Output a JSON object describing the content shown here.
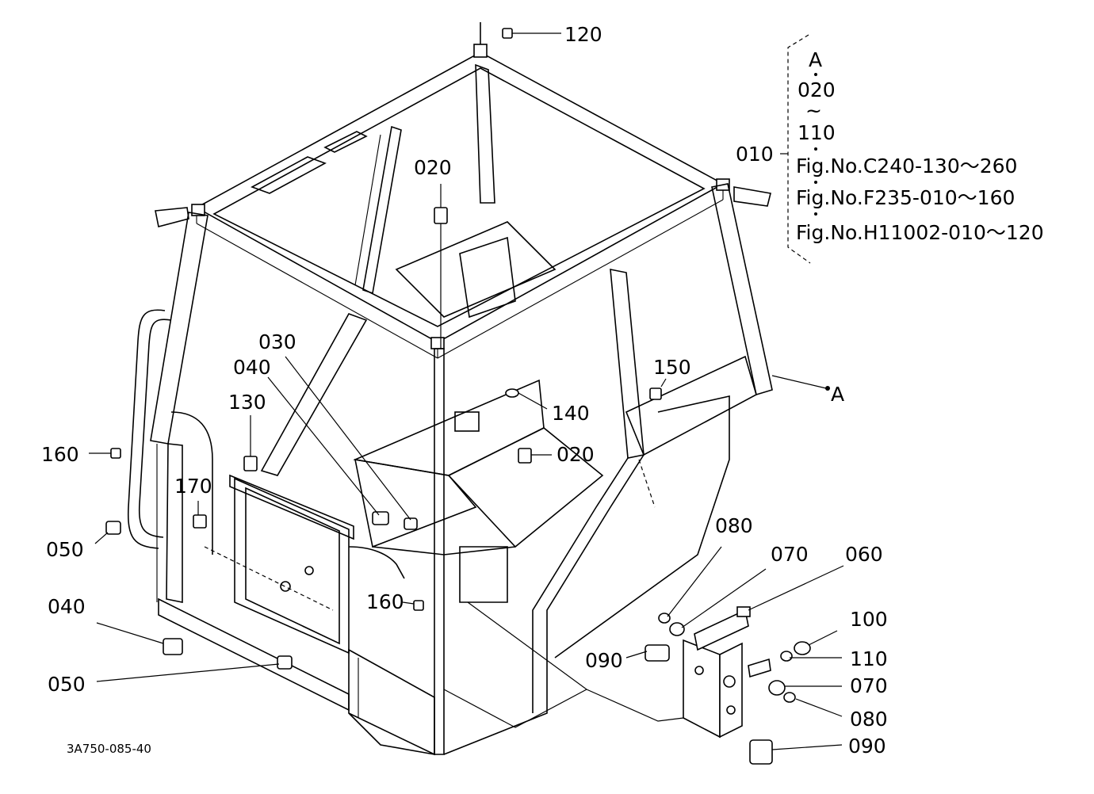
{
  "diagram": {
    "drawing_code": "3A750-085-40",
    "callouts": [
      {
        "id": "c120",
        "text": "120"
      },
      {
        "id": "c020a",
        "text": "020"
      },
      {
        "id": "c030",
        "text": "030"
      },
      {
        "id": "c040a",
        "text": "040"
      },
      {
        "id": "c130",
        "text": "130"
      },
      {
        "id": "c140",
        "text": "140"
      },
      {
        "id": "c150",
        "text": "150"
      },
      {
        "id": "c020b",
        "text": "020"
      },
      {
        "id": "c160a",
        "text": "160"
      },
      {
        "id": "c170",
        "text": "170"
      },
      {
        "id": "c050a",
        "text": "050"
      },
      {
        "id": "c040b",
        "text": "040"
      },
      {
        "id": "c050b",
        "text": "050"
      },
      {
        "id": "c160b",
        "text": "160"
      },
      {
        "id": "c080a",
        "text": "080"
      },
      {
        "id": "c070a",
        "text": "070"
      },
      {
        "id": "c060",
        "text": "060"
      },
      {
        "id": "c100",
        "text": "100"
      },
      {
        "id": "c110",
        "text": "110"
      },
      {
        "id": "c090a",
        "text": "090"
      },
      {
        "id": "c070b",
        "text": "070"
      },
      {
        "id": "c080b",
        "text": "080"
      },
      {
        "id": "c090b",
        "text": "090"
      },
      {
        "id": "cA",
        "text": "A"
      }
    ],
    "assembly_bracket": {
      "parent_label": "010",
      "lines": [
        "A",
        "020",
        "~",
        "110",
        "Fig.No.C240-130～260",
        "Fig.No.F235-010～160",
        "Fig.No.H11002-010～120"
      ]
    }
  }
}
